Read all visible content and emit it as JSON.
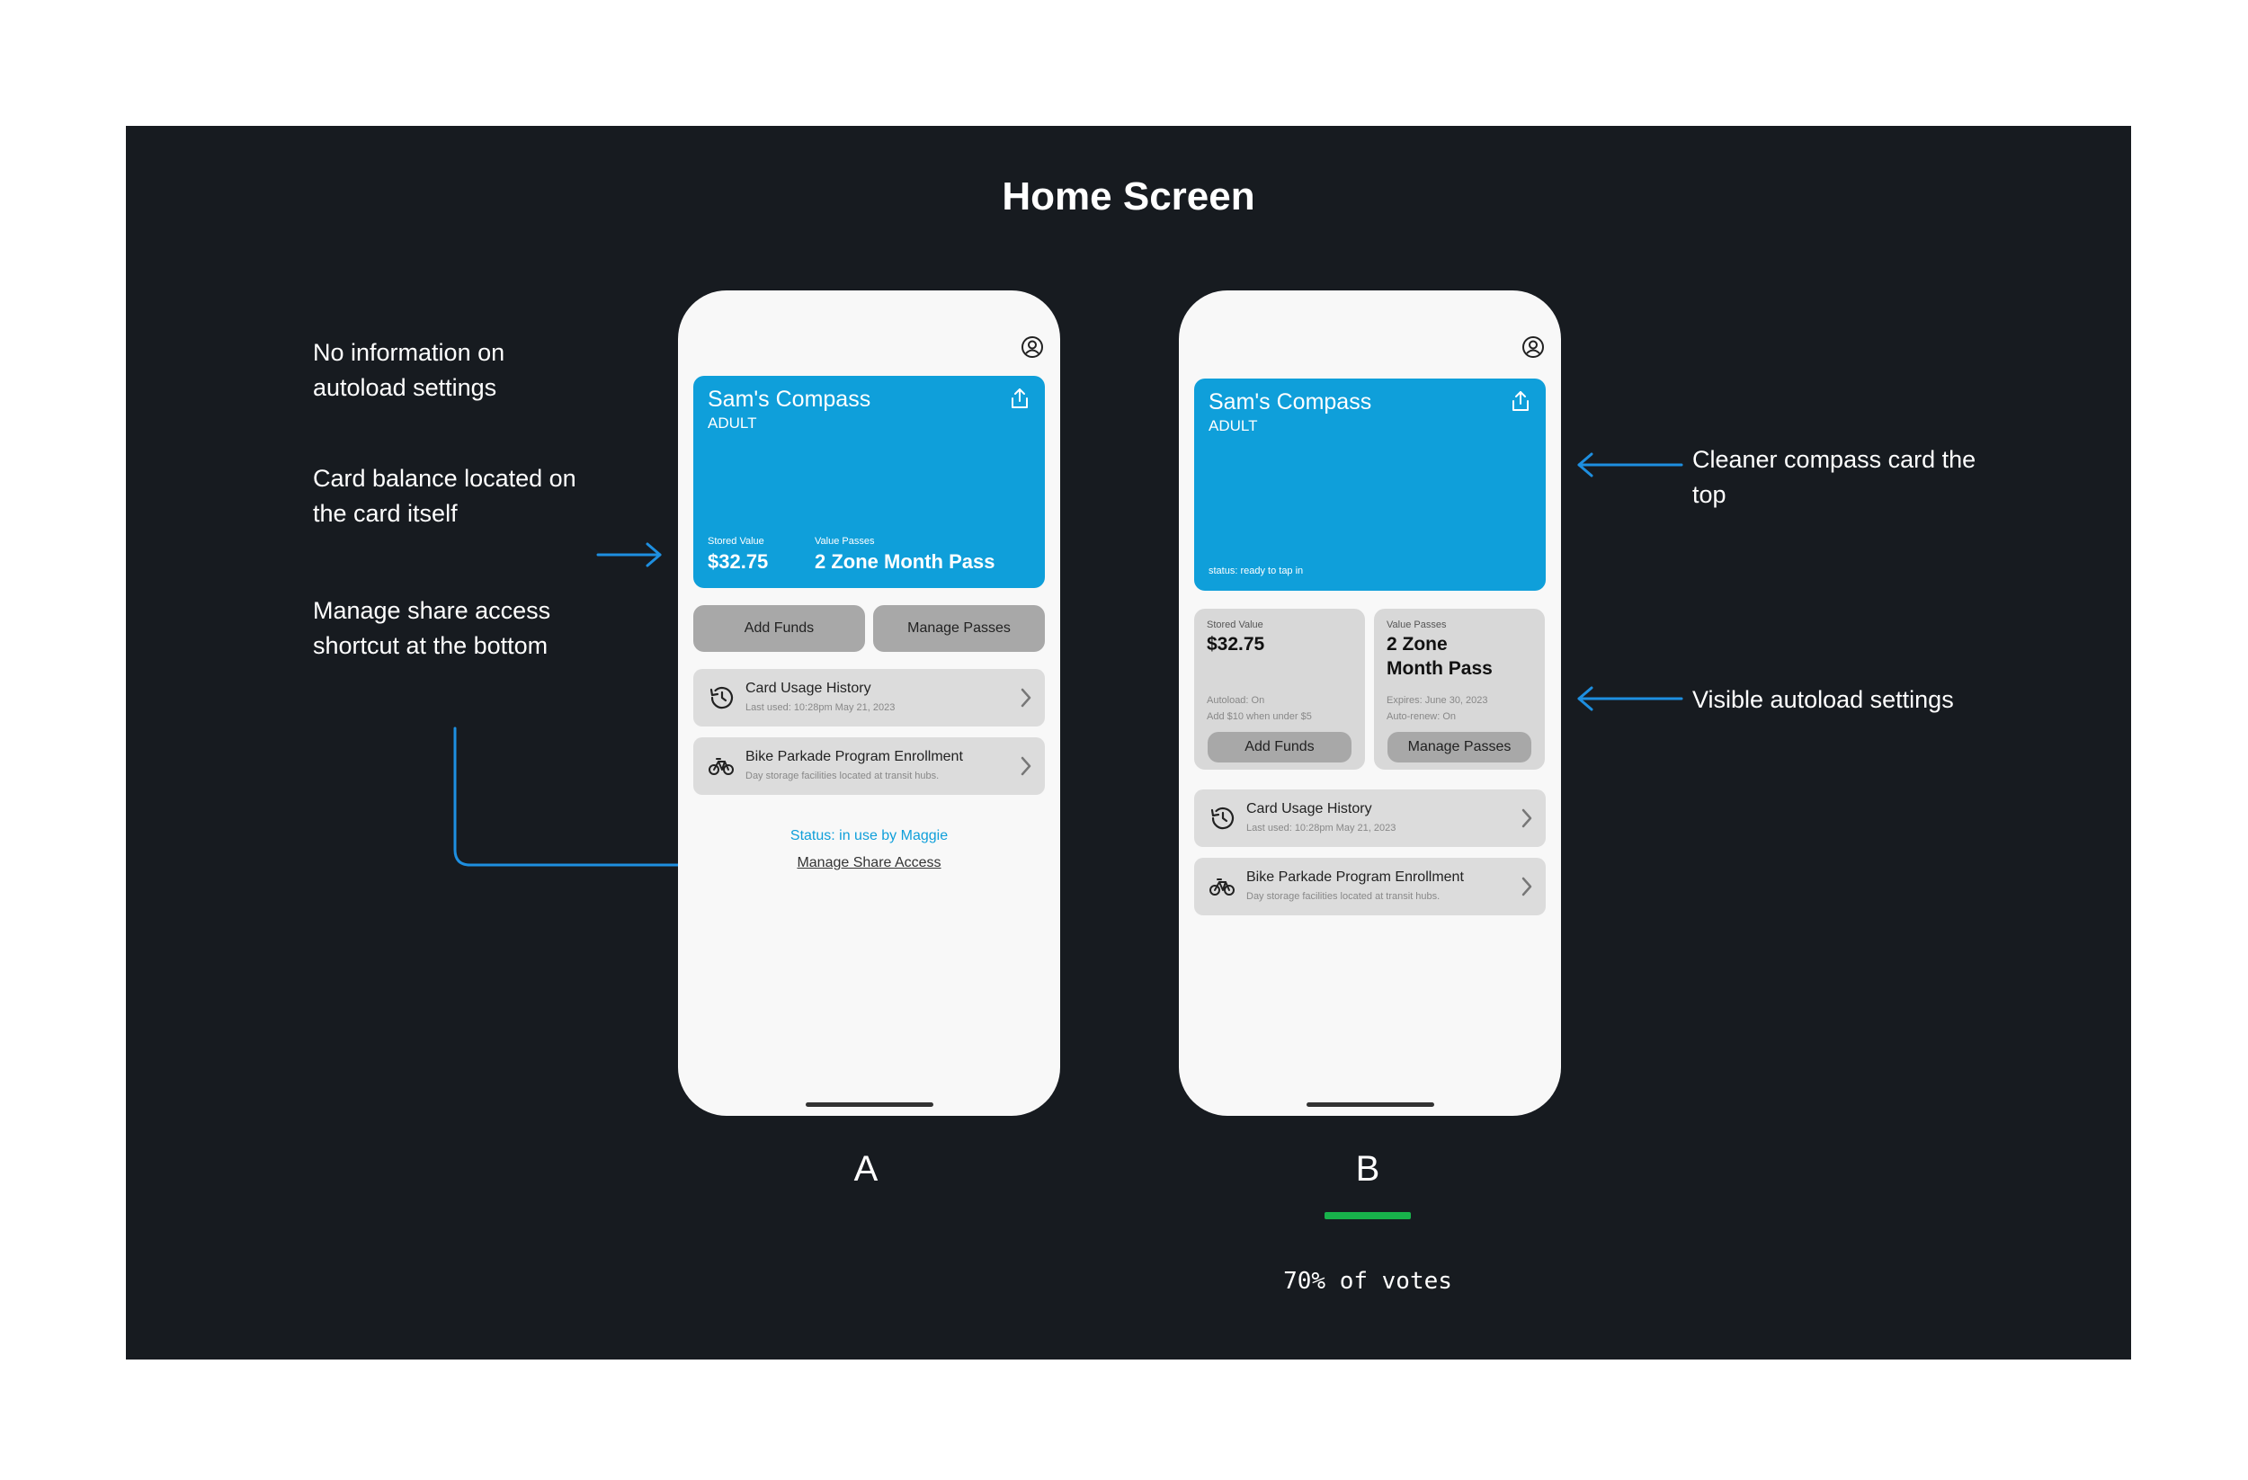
{
  "board": {
    "title": "Home Screen"
  },
  "notes": {
    "no_autoload": "No information on autoload settings",
    "card_balance": "Card balance located on the card itself",
    "share_access": "Manage share access shortcut at the bottom",
    "cleaner_card": "Cleaner compass card the top",
    "visible_autoload": "Visible autoload settings"
  },
  "variant_a": {
    "label": "A",
    "card": {
      "title": "Sam's Compass",
      "subtitle": "ADULT",
      "stored_label": "Stored Value",
      "stored_value": "$32.75",
      "passes_label": "Value Passes",
      "passes_value": "2 Zone Month Pass"
    },
    "buttons": {
      "add_funds": "Add Funds",
      "manage_passes": "Manage Passes"
    },
    "rows": [
      {
        "title": "Card Usage History",
        "sub": "Last used: 10:28pm May 21, 2023"
      },
      {
        "title": "Bike Parkade Program Enrollment",
        "sub": "Day storage facilities located at transit hubs."
      }
    ],
    "status": "Status: in use by Maggie",
    "manage_share": "Manage Share Access"
  },
  "variant_b": {
    "label": "B",
    "card": {
      "title": "Sam's Compass",
      "subtitle": "ADULT",
      "status": "status: ready to tap in"
    },
    "stored_tile": {
      "label": "Stored Value",
      "value": "$32.75",
      "meta1": "Autoload: On",
      "meta2": "Add $10 when under $5",
      "button": "Add Funds"
    },
    "passes_tile": {
      "label": "Value Passes",
      "value_line1": "2 Zone",
      "value_line2": "Month Pass",
      "meta1": "Expires: June 30, 2023",
      "meta2": "Auto-renew: On",
      "button": "Manage Passes"
    },
    "rows": [
      {
        "title": "Card Usage History",
        "sub": "Last used: 10:28pm May 21, 2023"
      },
      {
        "title": "Bike Parkade Program Enrollment",
        "sub": "Day storage facilities located at transit hubs."
      }
    ],
    "votes": "70% of votes",
    "votes_share": 0.7
  },
  "colors": {
    "board_bg": "#171b20",
    "card_blue": "#0f9fda",
    "arrow_blue": "#1e8fe0",
    "votes_green": "#18b24b"
  },
  "icons": [
    "profile-icon",
    "share-icon",
    "history-icon",
    "bicycle-icon",
    "chevron-right-icon",
    "arrow-right-icon",
    "arrow-left-icon"
  ]
}
